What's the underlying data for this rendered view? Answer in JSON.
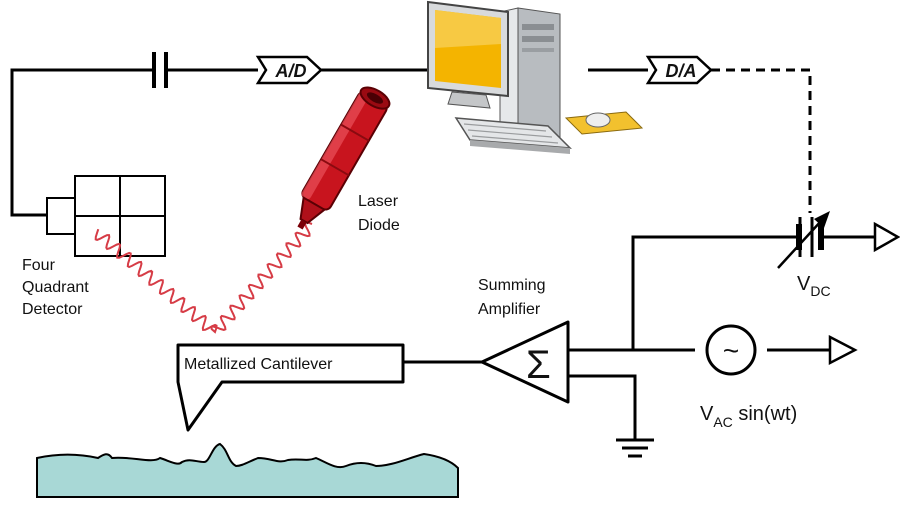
{
  "labels": {
    "ad": "A/D",
    "da": "D/A",
    "laser_line1": "Laser",
    "laser_line2": "Diode",
    "detector_line1": "Four",
    "detector_line2": "Quadrant",
    "detector_line3": "Detector",
    "amp_line1": "Summing",
    "amp_line2": "Amplifier",
    "cantilever": "Metallized Cantilever",
    "vdc_main": "V",
    "vdc_sub": "DC",
    "vac_main": "V",
    "vac_sub": "AC",
    "vac_rest": " sin(wt)",
    "sigma": "Σ",
    "tilde": "~"
  },
  "colors": {
    "laser": "#c8141e",
    "beam": "#d63c46",
    "sample": "#a8d8d6",
    "screen": "#f4b400",
    "mousepad": "#f2c12e"
  }
}
